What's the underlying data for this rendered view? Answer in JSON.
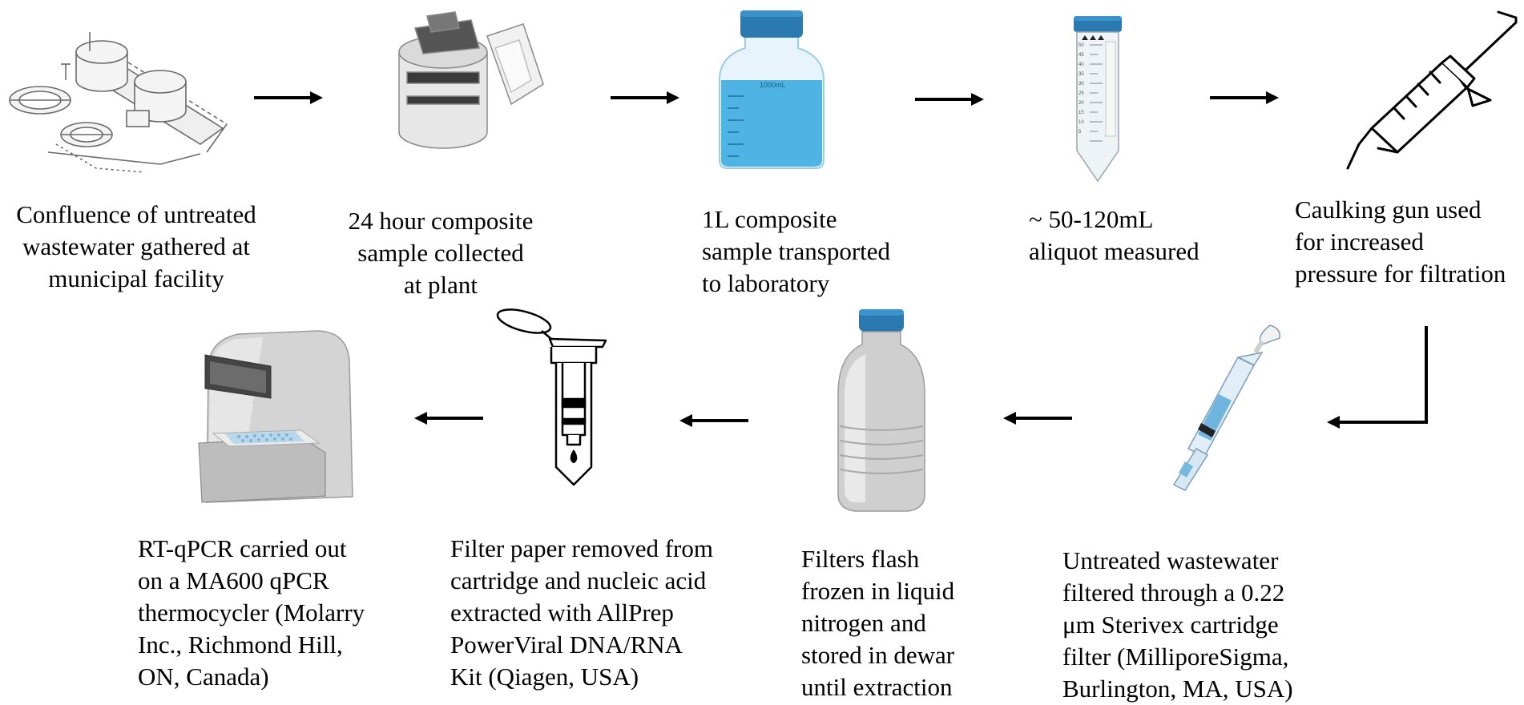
{
  "figure": {
    "steps": [
      {
        "id": "facility",
        "icon": "wastewater-treatment-plant-icon",
        "caption": "Confluence of untreated\nwastewater gathered at\nmunicipal facility"
      },
      {
        "id": "sampler",
        "icon": "composite-sampler-icon",
        "caption": "24 hour composite\nsample collected\nat plant"
      },
      {
        "id": "bottle",
        "icon": "sample-bottle-icon",
        "bottle_label": "1000mL",
        "caption": "1L composite\nsample transported\nto laboratory"
      },
      {
        "id": "tube",
        "icon": "centrifuge-tube-icon",
        "tube_scale": [
          "50",
          "45",
          "40",
          "35",
          "30",
          "25",
          "20",
          "15",
          "10",
          "5"
        ],
        "caption": "~ 50-120mL\naliquot measured"
      },
      {
        "id": "caulking",
        "icon": "caulking-gun-icon",
        "caption": "Caulking gun used\nfor increased\npressure for filtration"
      },
      {
        "id": "sterivex",
        "icon": "sterivex-syringe-icon",
        "caption": "Untreated wastewater\nfiltered through a 0.22\nμm Sterivex cartridge\nfilter (MilliporeSigma,\nBurlington, MA, USA)"
      },
      {
        "id": "dewar",
        "icon": "dewar-flask-icon",
        "caption": "Filters flash\nfrozen in liquid\nnitrogen and\nstored in dewar\nuntil extraction"
      },
      {
        "id": "extraction",
        "icon": "spin-column-icon",
        "caption": "Filter paper removed from\ncartridge and nucleic acid\nextracted with AllPrep\nPowerViral DNA/RNA\nKit (Qiagen, USA)"
      },
      {
        "id": "qpcr",
        "icon": "thermocycler-icon",
        "caption": "RT-qPCR carried out\non a MA600 qPCR\nthermocycler (Molarry\nInc., Richmond Hill,\nON, Canada)"
      }
    ],
    "colors": {
      "arrow": "#000000",
      "liquid": "#4fb3e3",
      "cap": "#2a79b0",
      "grey": "#c9c9c9",
      "text": "#000000"
    }
  }
}
